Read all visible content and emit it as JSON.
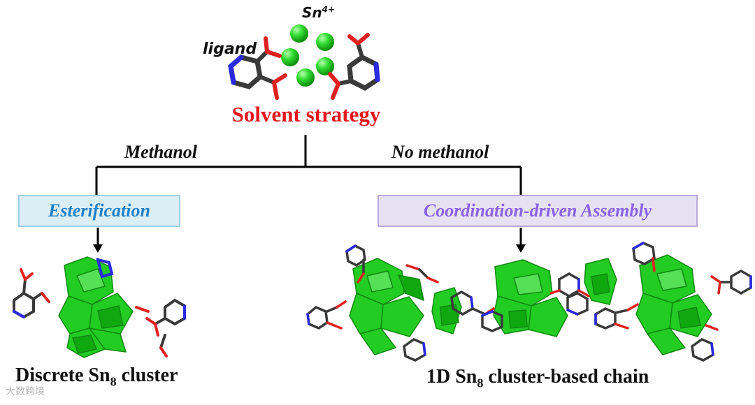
{
  "labels": {
    "metal": "Sn",
    "metal_charge": "4+",
    "ligand": "ligand",
    "title": "Solvent strategy"
  },
  "branches": {
    "left": "Methanol",
    "right": "No methanol"
  },
  "boxes": {
    "left": "Esterification",
    "right": "Coordination-driven Assembly"
  },
  "captions": {
    "left_pre": "Discrete Sn",
    "left_sub": "8",
    "left_post": " cluster",
    "right_pre": "1D Sn",
    "right_sub": "8",
    "right_post": " cluster-based chain"
  },
  "watermark": "大数跨境",
  "colors": {
    "title": "#e8141c",
    "left_box_text": "#1f7fc8",
    "left_box_bg": "#dbeef6",
    "right_box_text": "#8a62e6",
    "right_box_bg": "#e7e2f3",
    "polyhedra": "#22cc22",
    "bond": "#3a3a3a",
    "oxygen": "#e02020",
    "nitrogen": "#2a2ae0"
  }
}
